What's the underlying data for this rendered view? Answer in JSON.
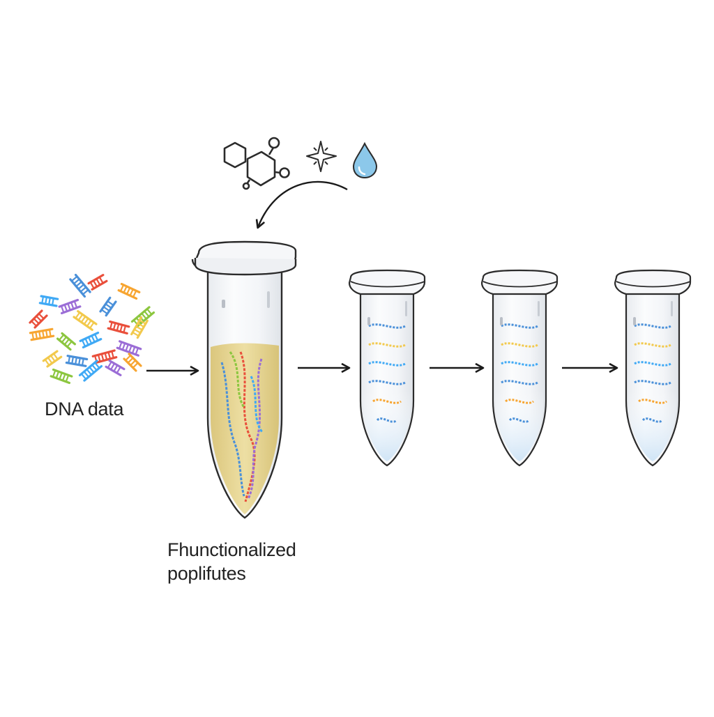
{
  "labels": {
    "dna": "DNA data",
    "tube_line1": "Fhunctionalized",
    "tube_line2": "poplifutes"
  },
  "reagents": {
    "icons": [
      "molecule-icon",
      "sparkle-icon",
      "droplet-icon"
    ],
    "droplet_color": "#8cc8ea"
  },
  "colors": {
    "outline": "#2b2b2b",
    "arrow": "#1a1a1a",
    "liquid": "#e6d489",
    "glass": "#f2f4f7",
    "fragments": [
      "#e94f3b",
      "#f7a531",
      "#8cc63f",
      "#3fa9f5",
      "#9b6dd6",
      "#f2c94c",
      "#4a90d9"
    ]
  }
}
